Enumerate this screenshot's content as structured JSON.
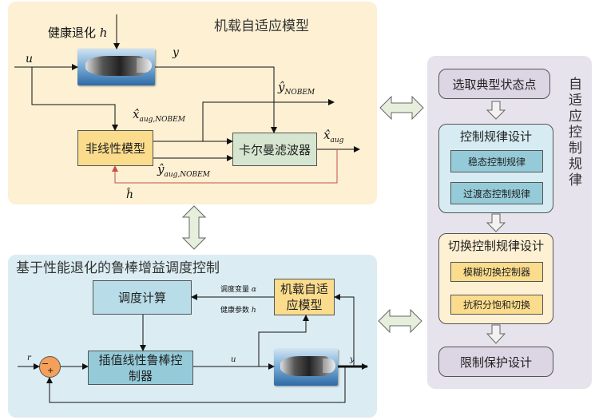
{
  "top_panel": {
    "title": "机载自适应模型",
    "health_label": "健康退化",
    "health_symbol": "h",
    "input_u": "u",
    "output_y": "y",
    "y_hat_nobem": "ŷ",
    "y_hat_nobem_sub": "NOBEM",
    "x_hat_aug_nobem": "x̂",
    "x_hat_aug_nobem_sub": "aug,NOBEM",
    "y_hat_aug_nobem": "ŷ",
    "y_hat_aug_nobem_sub": "aug,NOBEM",
    "x_hat_aug": "x̂",
    "x_hat_aug_sub": "aug",
    "h_hat": "ĥ",
    "nonlinear_model": "非线性模型",
    "kalman_filter": "卡尔曼滤波器"
  },
  "bottom_panel": {
    "title": "基于性能退化的鲁棒增益调度控制",
    "schedule_calc": "调度计算",
    "onboard_model_line1": "机载自适",
    "onboard_model_line2": "应模型",
    "schedule_var": "调度变量",
    "schedule_var_symbol": "α",
    "health_param": "健康参数",
    "health_param_symbol": "h",
    "controller_line1": "插值线性鲁棒控",
    "controller_line2": "制器",
    "ref_r": "r",
    "sum_minus": "−",
    "sum_plus": "+",
    "signal_u": "u",
    "signal_y": "y"
  },
  "right_panel": {
    "title": "自适应控制规律",
    "select_points": "选取典型状态点",
    "control_law_design": "控制规律设计",
    "steady_law": "稳态控制规律",
    "transient_law": "过渡态控制规律",
    "switch_law_design": "切换控制规律设计",
    "fuzzy_switch": "模糊切换控制器",
    "anti_windup": "抗积分饱和切换",
    "limit_protect": "限制保护设计"
  },
  "colors": {
    "top_panel_bg": "#fdf0d3",
    "bottom_panel_bg": "#dbedf3",
    "right_panel_bg": "#e6e3ec",
    "yellow_box": "#fbdc8c",
    "green_box": "#d6e5cf",
    "blue_box": "#95cbd9",
    "purple_box": "#dcd5e4",
    "sum_orange": "#f5a05a",
    "feedback_red": "#c8504a",
    "arrow_green": "#e6efdc"
  }
}
